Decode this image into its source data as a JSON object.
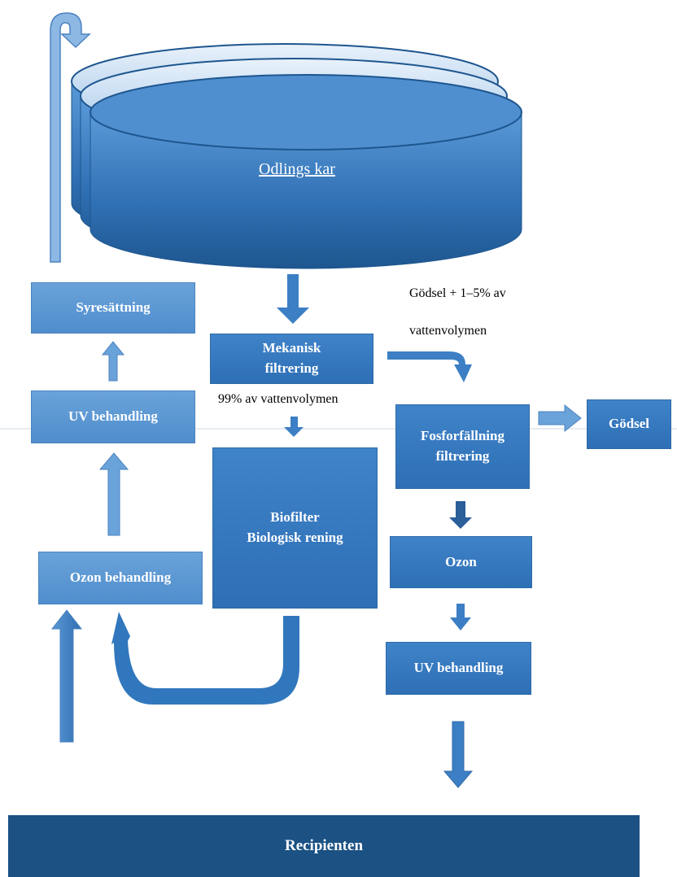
{
  "tank": {
    "label": "Odlings kar"
  },
  "boxes": {
    "syresattning": "Syresättning",
    "uv_left": "UV behandling",
    "ozon_left": "Ozon behandling",
    "mekanisk_line1": "Mekanisk",
    "mekanisk_line2": "filtrering",
    "biofilter_line1": "Biofilter",
    "biofilter_line2": "Biologisk rening",
    "fosfor_line1": "Fosforfällning",
    "fosfor_line2": "filtrering",
    "godsel": "Gödsel",
    "ozon_right": "Ozon",
    "uv_right": "UV behandling",
    "recipienten": "Recipienten"
  },
  "notes": {
    "godsel_line1": "Gödsel + 1–5% av",
    "godsel_line2": "vattenvolymen",
    "percent99": "99% av vattenvolymen"
  },
  "colors": {
    "light_box": "#5b97d4",
    "mid_box": "#3577be",
    "dark_bar": "#1b5183",
    "arrow": "#3c7fc4"
  }
}
